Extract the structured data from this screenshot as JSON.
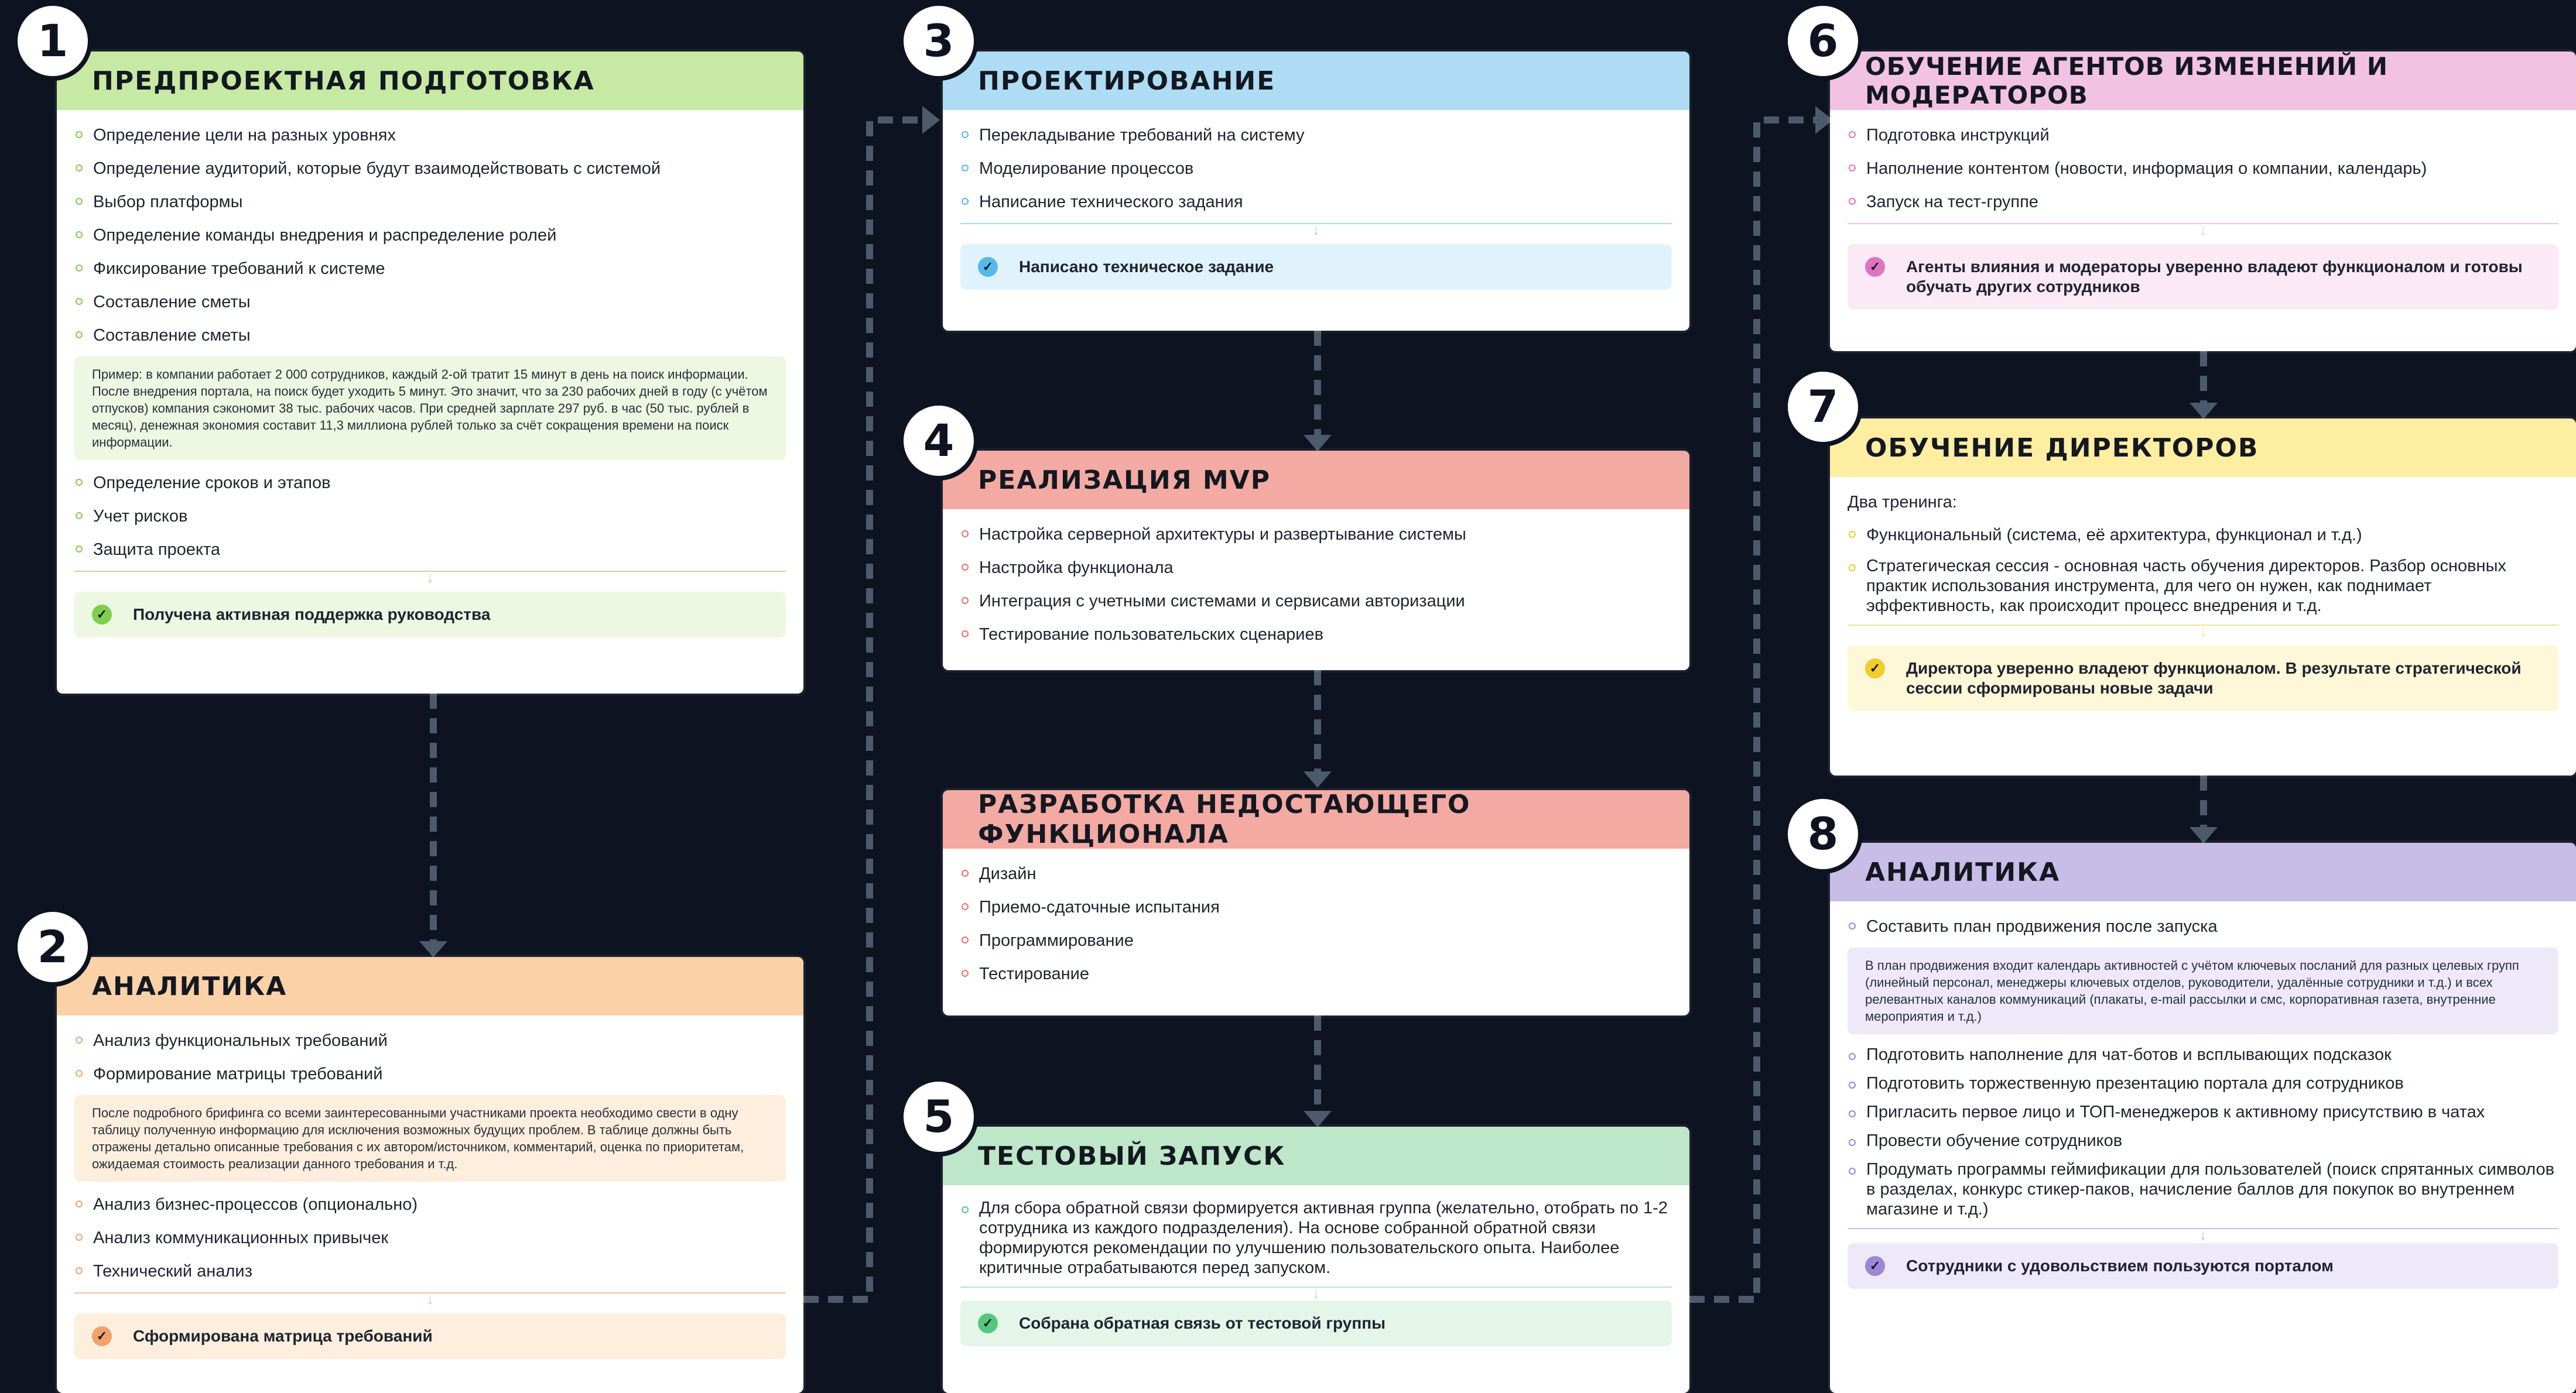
{
  "stages": [
    {
      "number": "1",
      "title": "Предпроектная подготовка",
      "color": "#c6e9a3",
      "items_a": [
        "Определение цели на разных уровнях",
        "Определение аудиторий, которые будут взаимодействовать с системой",
        "Выбор платформы",
        "Определение команды внедрения и распределение ролей",
        "Фиксирование требований к системе",
        "Составление сметы",
        "Составление сметы"
      ],
      "note": "Пример: в компании работает 2 000 сотрудников, каждый 2-ой тратит 15 минут в день на поиск информации. После внедрения портала, на поиск будет уходить 5 минут. Это значит, что за 230 рабочих дней в году (с учётом отпусков) компания сэкономит 38 тыс. рабочих часов. При средней зарплате 297 руб. в час (50 тыс. рублей в месяц), денежная экономия составит 11,3 миллиона рублей только за счёт сокращения времени на поиск информации.",
      "items_b": [
        "Определение сроков и этапов",
        "Учет рисков",
        "Защита проекта"
      ],
      "result": "Получена активная поддержка руководства"
    },
    {
      "number": "2",
      "title": "Аналитика",
      "color": "#fbd2a7",
      "items_a": [
        "Анализ функциональных требований",
        "Формирование матрицы требований"
      ],
      "note": "После подробного брифинга со всеми заинтересованными участниками проекта необходимо свести в одну таблицу полученную информацию для исключения возможных будущих проблем. В таблице должны быть отражены детально описанные требования с их автором/источником, комментарий, оценка по приоритетам, ожидаемая стоимость реализации данного требования и т.д.",
      "items_b": [
        "Анализ бизнес-процессов (опционально)",
        "Анализ коммуникационных привычек",
        "Технический анализ"
      ],
      "result": "Сформирована матрица требований"
    },
    {
      "number": "3",
      "title": "Проектирование",
      "color": "#aedcf5",
      "items_a": [
        "Перекладывание требований на систему",
        "Моделирование процессов",
        "Написание технического задания"
      ],
      "result": "Написано техническое задание"
    },
    {
      "number": "4",
      "title": "Реализация MVP",
      "color": "#f2aaa3",
      "items_a": [
        "Настройка серверной архитектуры и развертывание системы",
        "Настройка функционала",
        "Интеграция с учетными системами и сервисами авторизации",
        "Тестирование пользовательских сценариев"
      ]
    },
    {
      "title": "Разработка недостающего функционала",
      "color": "#f2aaa3",
      "items_a": [
        "Дизайн",
        "Приемо-сдаточные испытания",
        "Программирование",
        "Тестирование"
      ]
    },
    {
      "number": "5",
      "title": "Тестовый запуск",
      "color": "#bde7c8",
      "items_a": [
        "Для сбора обратной связи формируется активная группа (желательно, отобрать по 1-2 сотрудника из каждого подразделения). На основе собранной обратной связи формируются рекомендации по улучшению пользовательского опыта. Наиболее критичные отрабатываются перед запуском."
      ],
      "result": "Собрана обратная связь от тестовой группы"
    },
    {
      "number": "6",
      "title": "Обучение агентов изменений и модераторов",
      "color": "#f2c2e3",
      "items_a": [
        "Подготовка инструкций",
        "Наполнение контентом (новости, информация о компании, календарь)",
        "Запуск на тест-группе"
      ],
      "result": "Агенты влияния и модераторы уверенно владеют функционалом и готовы обучать других сотрудников"
    },
    {
      "number": "7",
      "title": "Обучение директоров",
      "color": "#fdeea2",
      "intro": "Два тренинга:",
      "items_a": [
        "Функциональный (система, её архитектура, функционал и т.д.)",
        "Стратегическая сессия - основная часть обучения директоров. Разбор основных практик использования инструмента, для чего он нужен, как поднимает эффективность, как происходит процесс внедрения и т.д."
      ],
      "result": "Директора уверенно владеют функционалом. В результате стратегической сессии сформированы новые задачи"
    },
    {
      "number": "8",
      "title": "Аналитика",
      "color": "#c7bde7",
      "items_a": [
        "Составить план продвижения после запуска"
      ],
      "note": "В план продвижения входит календарь активностей с учётом ключевых посланий для разных целевых групп (линейный персонал, менеджеры ключевых отделов, руководители, удалённые сотрудники и т.д.) и всех релевантных каналов коммуникаций (плакаты, e-mail рассылки и смс, корпоративная газета, внутренние мероприятия и т.д.)",
      "items_b": [
        "Подготовить наполнение для чат-ботов и всплывающих подсказок",
        "Подготовить торжественную презентацию портала для сотрудников",
        "Пригласить первое лицо и ТОП-менеджеров к активному присутствию в чатах",
        "Провести обучение сотрудников",
        "Продумать программы геймификации для пользователей (поиск спрятанных символов в разделах, конкурс стикер-паков, начисление баллов для покупок во внутреннем магазине и т.д.)"
      ],
      "result": "Сотрудники с удовольствием пользуются порталом"
    }
  ]
}
